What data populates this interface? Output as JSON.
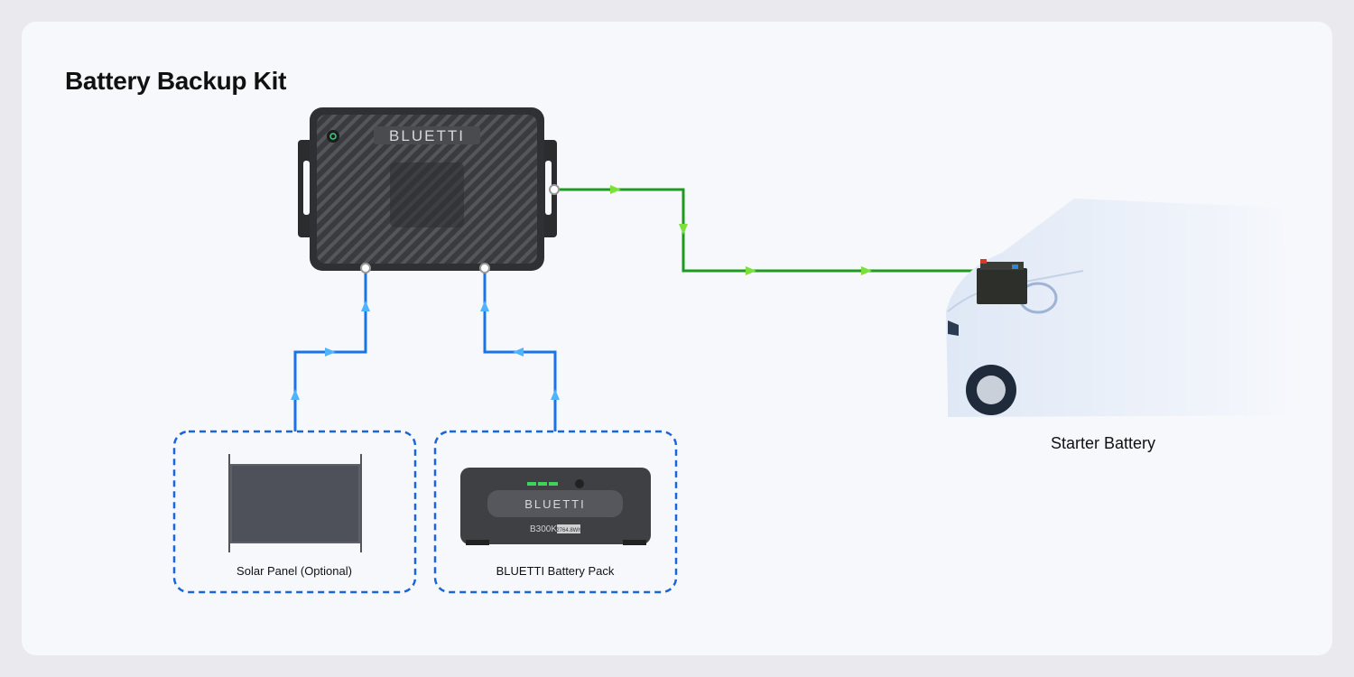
{
  "title": "Battery Backup Kit",
  "controller": {
    "brand": "BLUETTI"
  },
  "sources": [
    {
      "label": "Solar Panel (Optional)"
    },
    {
      "label": "BLUETTI Battery Pack",
      "brand": "BLUETTI",
      "model": "B300K",
      "capacity": "2764.8Wh"
    }
  ],
  "target": {
    "label": "Starter Battery"
  },
  "colors": {
    "input_wire": "#1a73e8",
    "output_wire": "#1f9a1f",
    "dashed_box": "#1a66d6",
    "device": "#3c3d40"
  }
}
